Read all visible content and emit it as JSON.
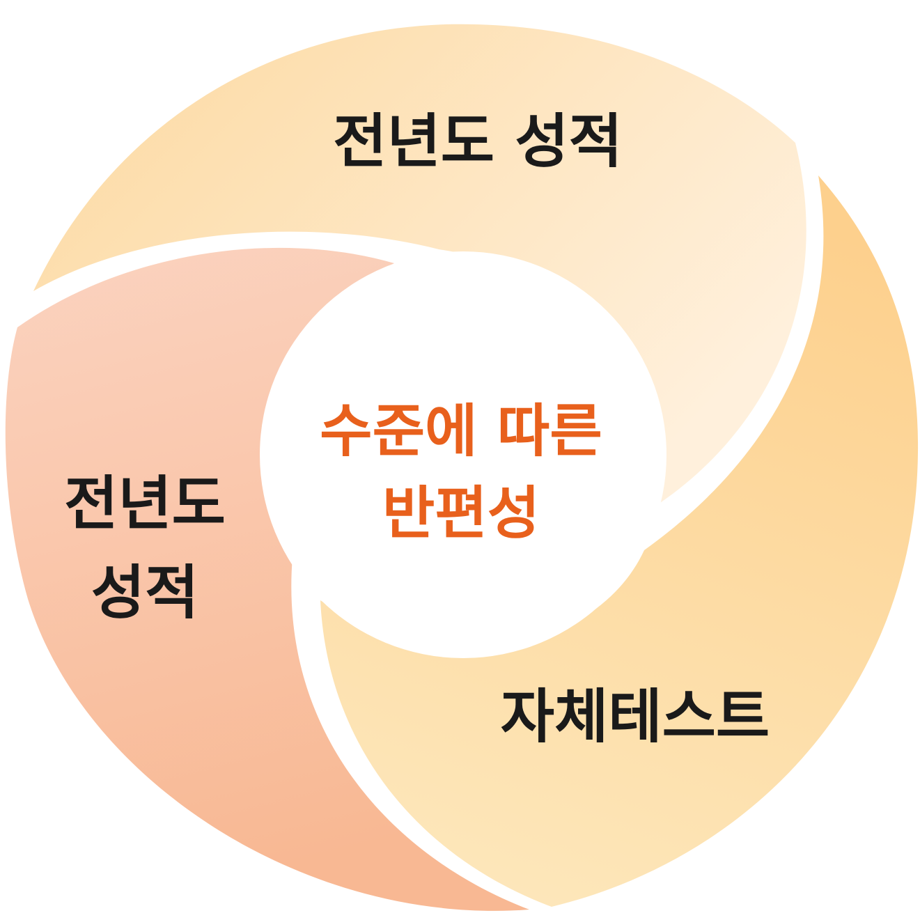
{
  "center": {
    "line1": "수준에 따른",
    "line2": "반편성",
    "color": "#e8601c"
  },
  "segments": [
    {
      "name": "top",
      "label": "전년도 성적",
      "colors": [
        "#fcd9a0",
        "#fff0dc"
      ]
    },
    {
      "name": "left",
      "label_line1": "전년도",
      "label_line2": "성적",
      "colors": [
        "#fbd3c0",
        "#f8b893"
      ]
    },
    {
      "name": "right",
      "label": "자체테스트",
      "colors": [
        "#fde7bb",
        "#fdd08d"
      ]
    }
  ]
}
